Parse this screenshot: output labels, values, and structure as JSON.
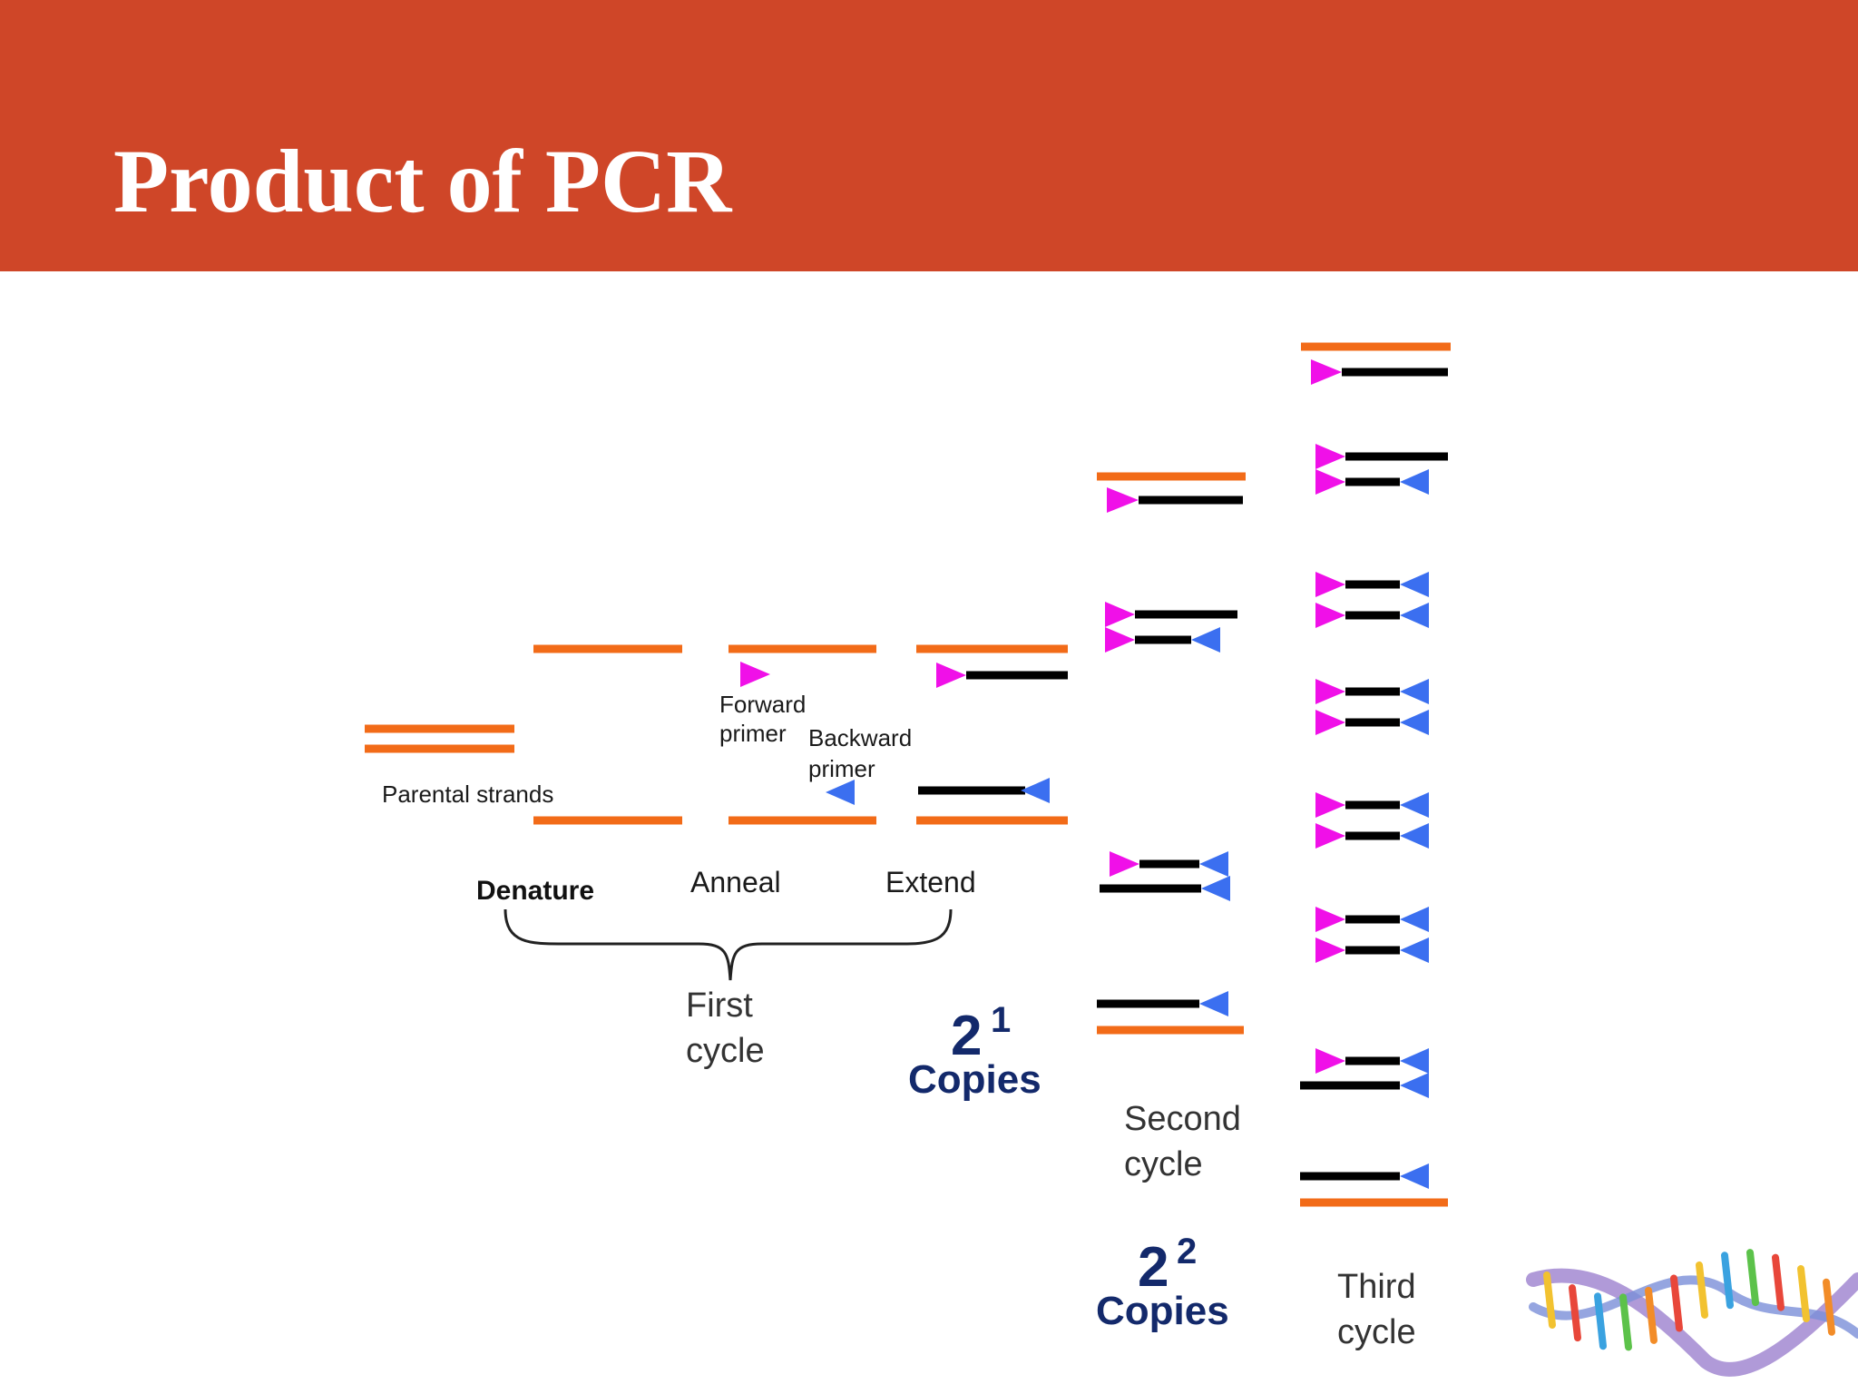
{
  "slide": {
    "title": "Product of PCR"
  },
  "colors": {
    "header": "#cf4628",
    "template_strand": "#f26b18",
    "new_strand": "#000000",
    "forward_primer": "#f010e8",
    "backward_primer": "#3b6ff0",
    "copies_text": "#13296b"
  },
  "labels": {
    "parental": "Parental strands",
    "forward_primer_1": "Forward",
    "forward_primer_2": "primer",
    "backward_primer_1": "Backward",
    "backward_primer_2": "primer",
    "denature": "Denature",
    "anneal": "Anneal",
    "extend": "Extend",
    "first_cycle_1": "First",
    "first_cycle_2": "cycle",
    "second_cycle_1": "Second",
    "second_cycle_2": "cycle",
    "third_cycle_1": "Third",
    "third_cycle_2": "cycle"
  },
  "copies": [
    {
      "base": "2",
      "exponent": "1",
      "label": "Copies"
    },
    {
      "base": "2",
      "exponent": "2",
      "label": "Copies"
    }
  ],
  "decorations": {
    "logo_icon": "dna-helix-icon"
  }
}
